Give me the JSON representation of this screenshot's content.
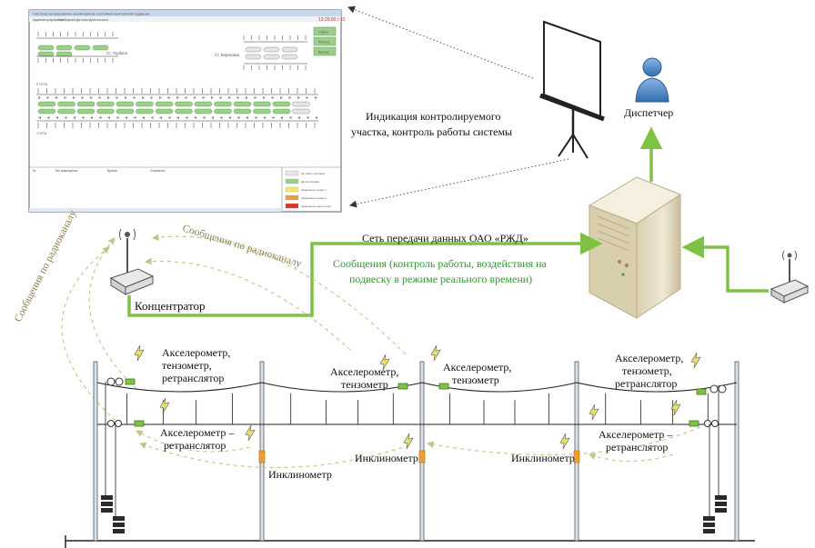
{
  "screen": {
    "title_bar": "Система непрерывного мониторинга состояния контактной подвески",
    "time": "13:29:00 / 03",
    "menu": [
      "Администрирование",
      "Сообщения",
      "Датчики",
      "Диагностика"
    ],
    "station_left": "Ст. Торбино",
    "station_right": "Ст. Березовка",
    "track_left": "II ПУТЬ",
    "track_left_bottom": "I ПУТЬ",
    "right_buttons": [
      "Сброс",
      "Фильтр",
      "Выход"
    ],
    "log_columns": [
      "№",
      "Тип извещения",
      "Время",
      "Описание"
    ],
    "legend": [
      "Нет связи с датчиком",
      "Датчик исправен",
      "Превышение уставки 1",
      "Превышение уставки 2",
      "Превышение скорости изм."
    ]
  },
  "labels": {
    "indication": [
      "Индикация контролируемого",
      "участка, контроль работы системы"
    ],
    "dispatcher": "Диспетчер",
    "network": "Сеть передачи данных ОАО «РЖД»",
    "messages_green": [
      "Сообщения (контроль работы, воздействия на",
      "подвеску в режиме реального времени)"
    ],
    "radio_right": "Сообщения по радиоканалу",
    "radio_left": "Сообщения по радиоканалу",
    "concentrator": "Концентратор",
    "sensor_left_top": [
      "Акселерометр,",
      "тензометр,",
      "ретранслятор"
    ],
    "sensor_left_mid": [
      "Акселерометр –",
      "ретранслятор"
    ],
    "sensor_mid1": [
      "Акселерометр,",
      "тензометр"
    ],
    "sensor_mid2": [
      "Акселерометр,",
      "тензометр"
    ],
    "sensor_right_top": [
      "Акселерометр,",
      "тензометр,",
      "ретранслятор"
    ],
    "sensor_right_mid": [
      "Акселерометр –",
      "ретранслятор"
    ],
    "inclinometer": "Инклинометр"
  },
  "colors": {
    "green_line": "#7dc242",
    "green_text": "#2f9a2f",
    "radio_text": "#8c7d4a",
    "sensor_green": "#7dc242",
    "inclinometer_orange": "#f0a030",
    "dispatcher_blue": "#4a86c5"
  }
}
